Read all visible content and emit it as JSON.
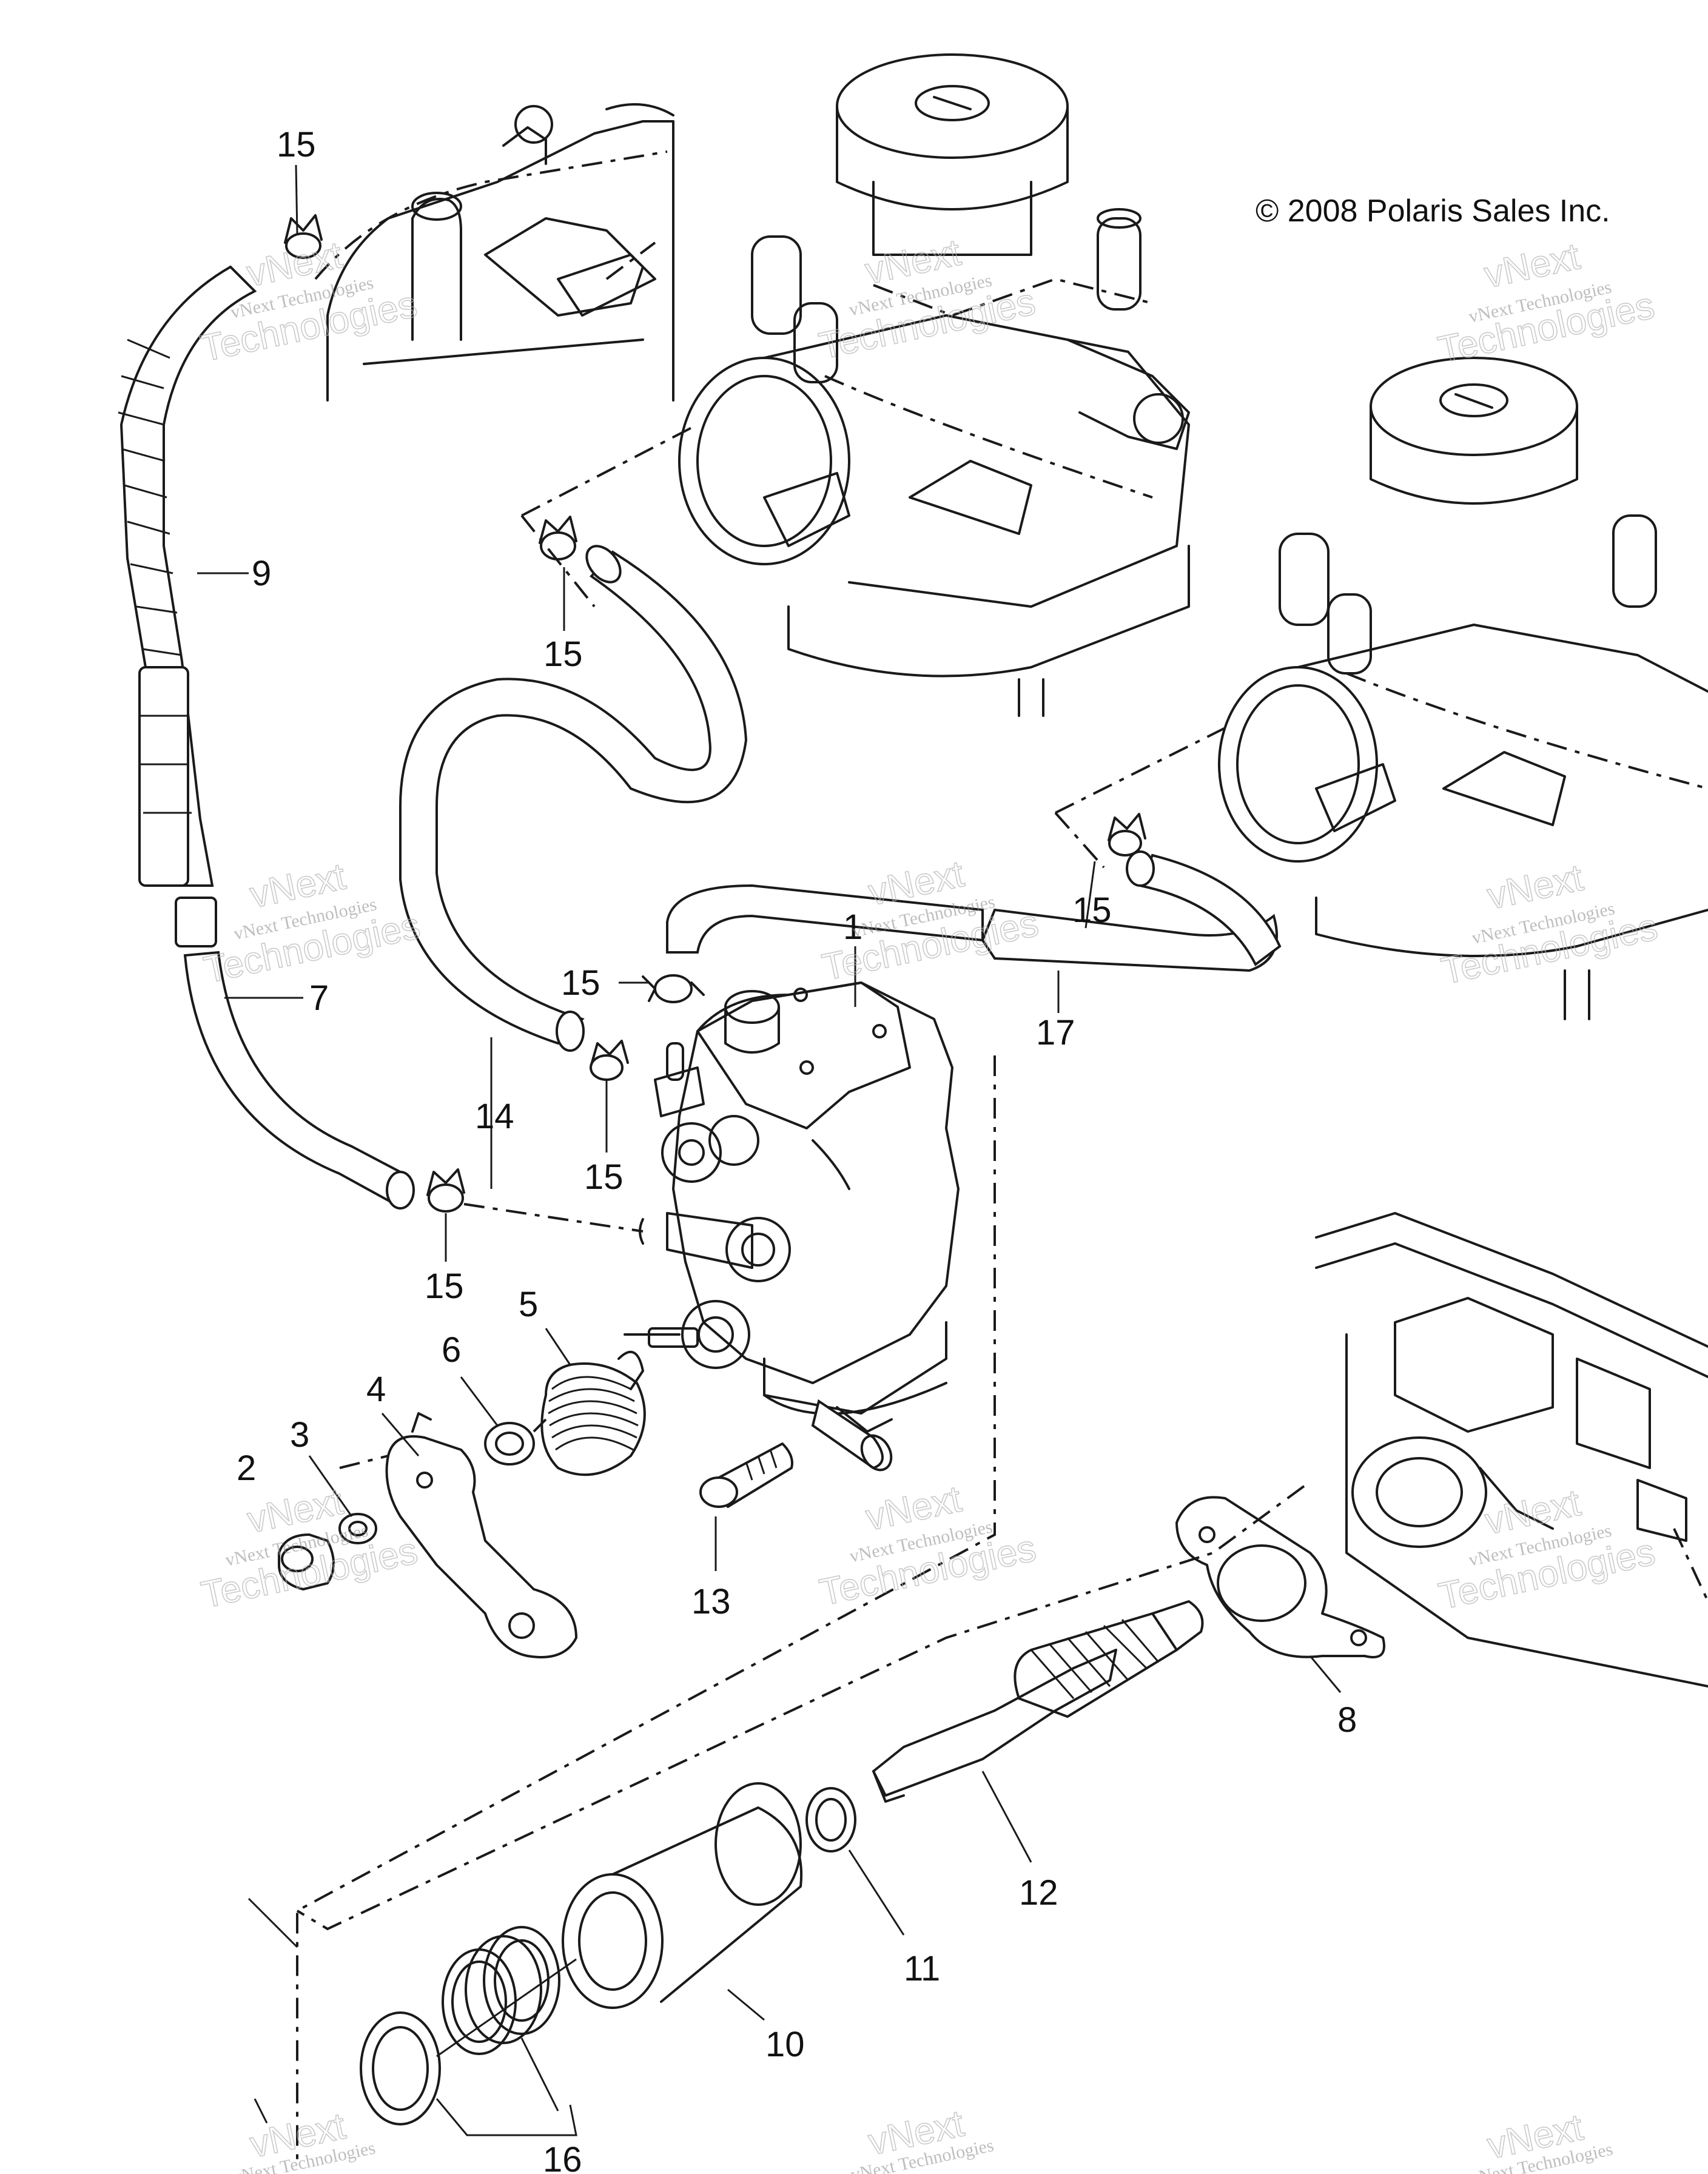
{
  "copyright": "© 2008 Polaris Sales Inc.",
  "watermark": {
    "line1": "vNext Technologies",
    "line2": "Technologies",
    "line3": "vNext"
  },
  "callouts": {
    "c1": "1",
    "c2": "2",
    "c3": "3",
    "c4": "4",
    "c5": "5",
    "c6": "6",
    "c7": "7",
    "c8": "8",
    "c9": "9",
    "c10": "10",
    "c11": "11",
    "c12": "12",
    "c13": "13",
    "c14": "14",
    "c15": "15",
    "c16": "16",
    "c17": "17"
  },
  "colors": {
    "ink": "#1a1a1a",
    "background": "#ffffff",
    "watermark": "#b5b5b5"
  }
}
